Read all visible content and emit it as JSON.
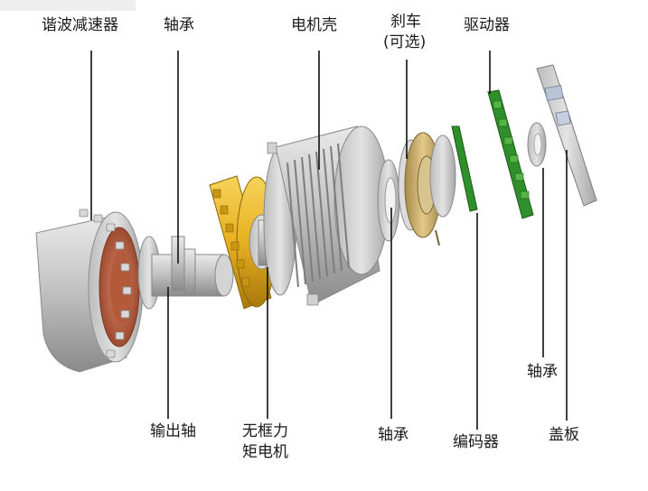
{
  "labels": {
    "harmonic_reducer": "谐波减速器",
    "bearing_top": "轴承",
    "motor_housing": "电机壳",
    "brake_line1": "刹车",
    "brake_line2": "(可选)",
    "driver": "驱动器",
    "output_shaft": "输出轴",
    "frameless_line1": "无框力",
    "frameless_line2": "矩电机",
    "bearing_mid": "轴承",
    "encoder": "编码器",
    "bearing_right": "轴承",
    "cover": "盖板"
  },
  "colors": {
    "housing_silver": "#c9c9c9",
    "rotor_gold": "#e6b020",
    "pcb_green": "#2f8f2a",
    "brake_brass": "#c8ad6a",
    "flange_copper": "#c0674a",
    "leader_line": "#111111"
  }
}
